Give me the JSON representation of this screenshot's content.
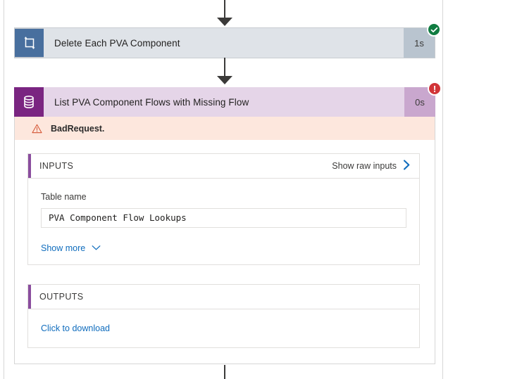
{
  "flow": {
    "actions": [
      {
        "id": "delete-each-pva-component",
        "title": "Delete Each PVA Component",
        "duration": "1s",
        "status": "succeeded",
        "icon": "foreach-loop-icon",
        "badge_icon": "check-circle-icon"
      },
      {
        "id": "list-pva-component-flows-with-missing-flow",
        "title": "List PVA Component Flows with Missing Flow",
        "duration": "0s",
        "status": "failed",
        "icon": "database-icon",
        "badge_icon": "error-circle-icon",
        "error": {
          "icon": "warning-triangle-icon",
          "message": "BadRequest."
        },
        "inputs": {
          "heading": "INPUTS",
          "raw_link_label": "Show raw inputs",
          "raw_link_icon": "chevron-right-icon",
          "fields": [
            {
              "label": "Table name",
              "value": "PVA Component Flow Lookups"
            }
          ],
          "show_more_label": "Show more",
          "show_more_icon": "chevron-down-icon"
        },
        "outputs": {
          "heading": "OUTPUTS",
          "download_label": "Click to download"
        }
      }
    ]
  },
  "colors": {
    "accent_purple": "#8a4d9e",
    "link_blue": "#0f6cbd",
    "success_green": "#107c41",
    "error_red": "#d13438",
    "error_bar_bg": "#fde7dd"
  }
}
